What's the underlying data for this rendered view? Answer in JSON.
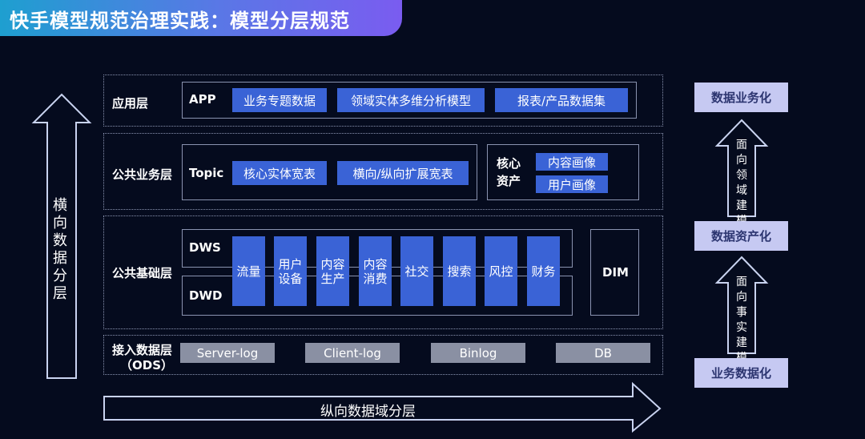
{
  "title": "快手模型规范治理实践：模型分层规范",
  "left_arrow_label": "横向数据分层",
  "bottom_arrow_label": "纵向数据域分层",
  "layers": {
    "app": {
      "label": "应用层",
      "tag": "APP",
      "items": [
        "业务专题数据",
        "领域实体多维分析模型",
        "报表/产品数据集"
      ]
    },
    "common_business": {
      "label": "公共业务层",
      "tag": "Topic",
      "items": [
        "核心实体宽表",
        "横向/纵向扩展宽表"
      ],
      "core_assets_label": "核心资产",
      "core_assets": [
        "内容画像",
        "用户画像"
      ]
    },
    "common_base": {
      "label": "公共基础层",
      "dws": "DWS",
      "dwd": "DWD",
      "domains": [
        "流量",
        "用户设备",
        "内容生产",
        "内容消费",
        "社交",
        "搜索",
        "风控",
        "财务"
      ],
      "dim": "DIM"
    },
    "ods": {
      "label_line1": "接入数据层",
      "label_line2": "（ODS）",
      "sources": [
        "Server-log",
        "Client-log",
        "Binlog",
        "DB"
      ]
    }
  },
  "right_column": {
    "top": "数据业务化",
    "top_arrow": "面向领域建模",
    "middle": "数据资产化",
    "bottom_arrow": "面向事实建模",
    "bottom": "业务数据化"
  }
}
